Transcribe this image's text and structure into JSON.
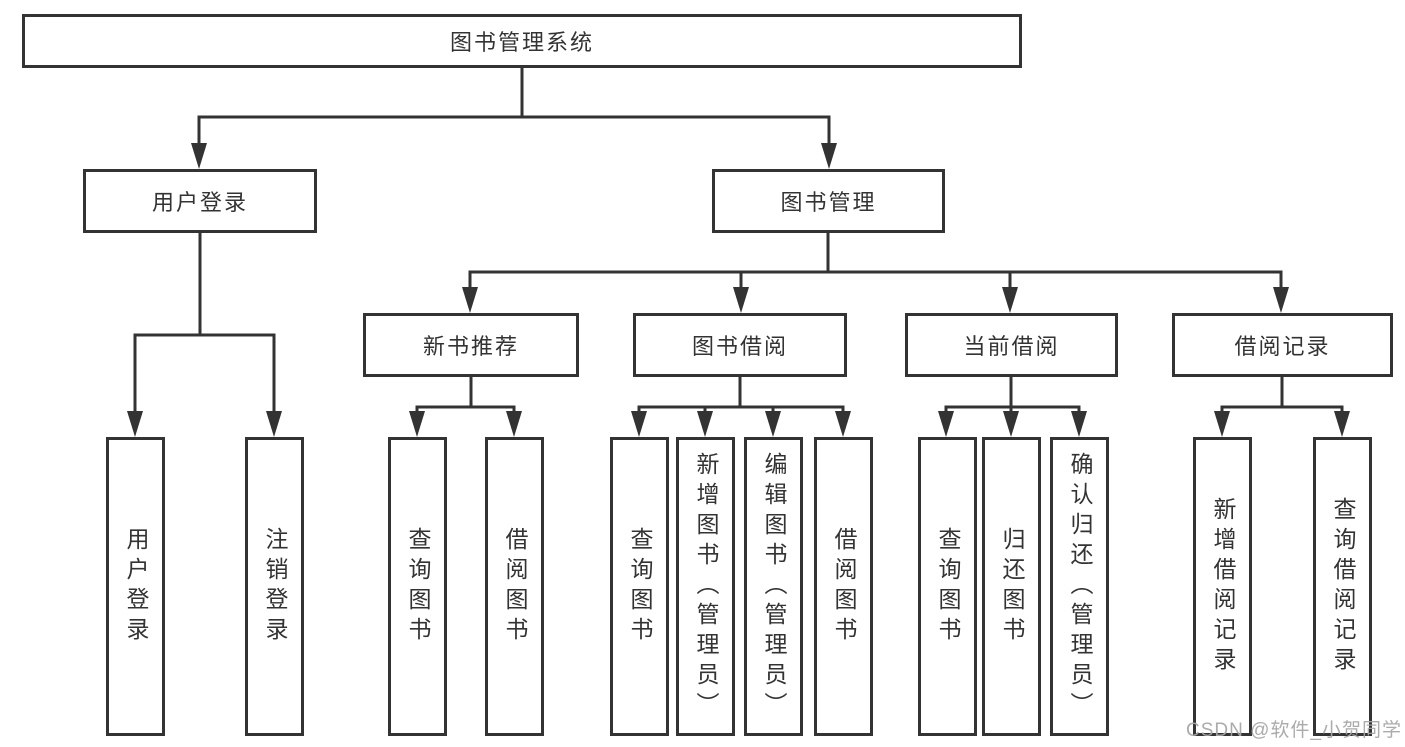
{
  "diagram": {
    "root": {
      "label": "图书管理系统",
      "children": [
        {
          "label": "用户登录",
          "children": [
            {
              "label": "用户登录"
            },
            {
              "label": "注销登录"
            }
          ]
        },
        {
          "label": "图书管理",
          "children": [
            {
              "label": "新书推荐",
              "children": [
                {
                  "label": "查询图书"
                },
                {
                  "label": "借阅图书"
                }
              ]
            },
            {
              "label": "图书借阅",
              "children": [
                {
                  "label": "查询图书"
                },
                {
                  "label": "新增图书（管理员）"
                },
                {
                  "label": "编辑图书（管理员）"
                },
                {
                  "label": "借阅图书"
                }
              ]
            },
            {
              "label": "当前借阅",
              "children": [
                {
                  "label": "查询图书"
                },
                {
                  "label": "归还图书"
                },
                {
                  "label": "确认归还（管理员）"
                }
              ]
            },
            {
              "label": "借阅记录",
              "children": [
                {
                  "label": "新增借阅记录"
                },
                {
                  "label": "查询借阅记录"
                }
              ]
            }
          ]
        }
      ]
    },
    "watermark": "CSDN @软件_小贺同学",
    "colors": {
      "line": "#333333",
      "text": "#333333",
      "watermark": "#a6a6a6",
      "background": "#ffffff"
    }
  }
}
